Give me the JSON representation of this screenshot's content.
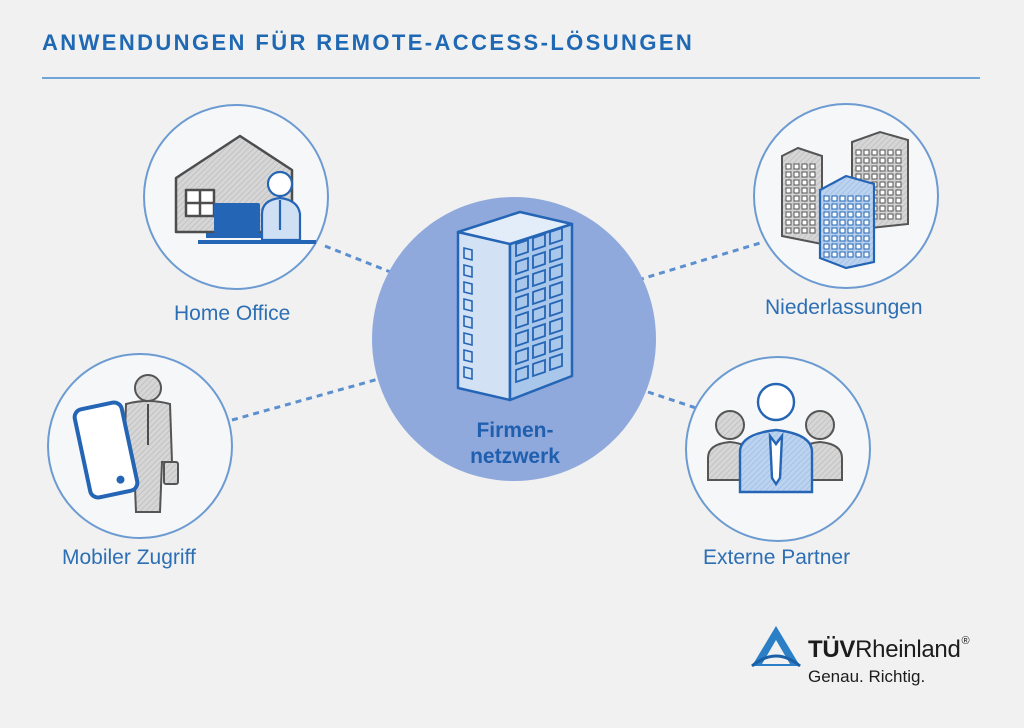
{
  "title": "ANWENDUNGEN FÜR REMOTE-ACCESS-LÖSUNGEN",
  "center": {
    "line1": "Firmen-",
    "line2": "netzwerk"
  },
  "nodes": {
    "home_office": "Home Office",
    "niederlassungen": "Niederlassungen",
    "mobiler_zugriff": "Mobiler Zugriff",
    "externe_partner": "Externe Partner"
  },
  "logo": {
    "brand_bold": "TÜV",
    "brand_rest": "Rheinland",
    "registered": "®",
    "tagline": "Genau. Richtig."
  },
  "icons": [
    "house-icon",
    "laptop-icon",
    "person-icon",
    "office-buildings-icon",
    "skyscraper-icon",
    "smartphone-icon",
    "briefcase-icon",
    "people-group-icon",
    "tuv-triangle-logo"
  ],
  "colors": {
    "accent": "#1f68b3",
    "center_fill": "#8fa9dd",
    "icon_blue": "#2565b5",
    "line_gray": "#4d4d4d",
    "background": "#f1f1f1"
  }
}
